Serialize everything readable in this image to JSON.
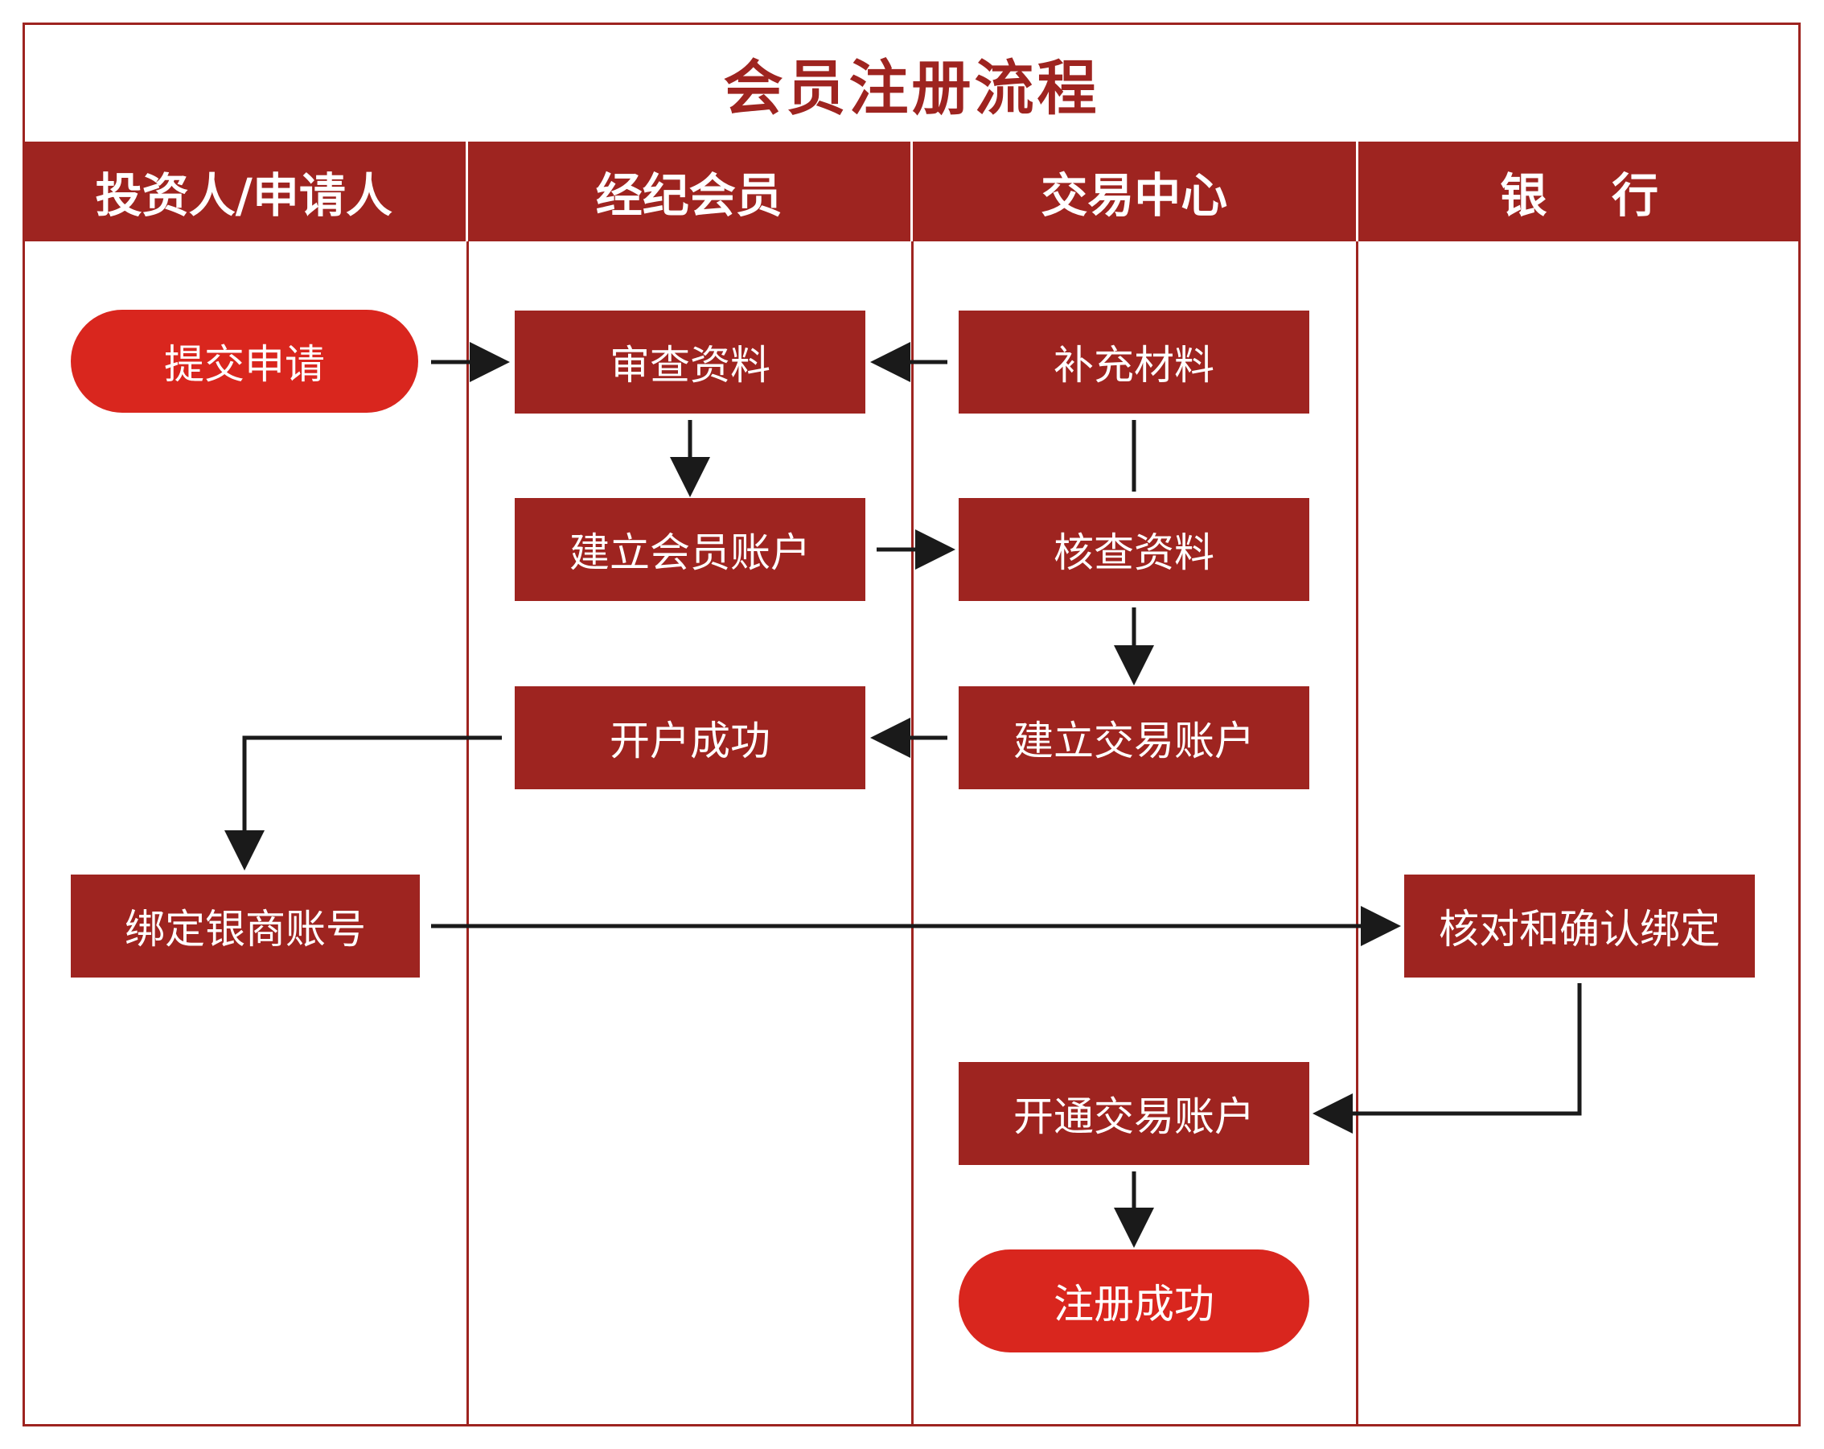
{
  "title": "会员注册流程",
  "lanes": [
    {
      "id": "investor",
      "label": "投资人/申请人"
    },
    {
      "id": "broker",
      "label": "经纪会员"
    },
    {
      "id": "exchange",
      "label": "交易中心"
    },
    {
      "id": "bank",
      "label": "银    行"
    }
  ],
  "nodes": {
    "submit": {
      "label": "提交申请",
      "type": "terminal",
      "lane": "investor"
    },
    "review": {
      "label": "审查资料",
      "type": "process",
      "lane": "broker"
    },
    "supplement": {
      "label": "补充材料",
      "type": "process",
      "lane": "exchange"
    },
    "create_member": {
      "label": "建立会员账户",
      "type": "process",
      "lane": "broker"
    },
    "verify": {
      "label": "核查资料",
      "type": "process",
      "lane": "exchange"
    },
    "open_success": {
      "label": "开户成功",
      "type": "process",
      "lane": "broker"
    },
    "create_trade": {
      "label": "建立交易账户",
      "type": "process",
      "lane": "exchange"
    },
    "bind_bank": {
      "label": "绑定银商账号",
      "type": "process",
      "lane": "investor"
    },
    "confirm_bind": {
      "label": "核对和确认绑定",
      "type": "process",
      "lane": "bank"
    },
    "activate": {
      "label": "开通交易账户",
      "type": "process",
      "lane": "exchange"
    },
    "done": {
      "label": "注册成功",
      "type": "terminal",
      "lane": "exchange"
    }
  },
  "edges": [
    {
      "from": "submit",
      "to": "review",
      "arrow": true
    },
    {
      "from": "supplement",
      "to": "review",
      "arrow": true
    },
    {
      "from": "review",
      "to": "create_member",
      "arrow": true
    },
    {
      "from": "supplement",
      "to": "verify",
      "arrow": false
    },
    {
      "from": "create_member",
      "to": "verify",
      "arrow": true
    },
    {
      "from": "verify",
      "to": "create_trade",
      "arrow": true
    },
    {
      "from": "create_trade",
      "to": "open_success",
      "arrow": true
    },
    {
      "from": "open_success",
      "to": "bind_bank",
      "arrow": true
    },
    {
      "from": "bind_bank",
      "to": "confirm_bind",
      "arrow": true
    },
    {
      "from": "confirm_bind",
      "to": "activate",
      "arrow": true
    },
    {
      "from": "activate",
      "to": "done",
      "arrow": true
    }
  ],
  "colors": {
    "frame": "#9e2420",
    "process": "#9e2420",
    "terminal": "#d9261e",
    "connector": "#1a1a1a",
    "text": "#ffffff"
  }
}
